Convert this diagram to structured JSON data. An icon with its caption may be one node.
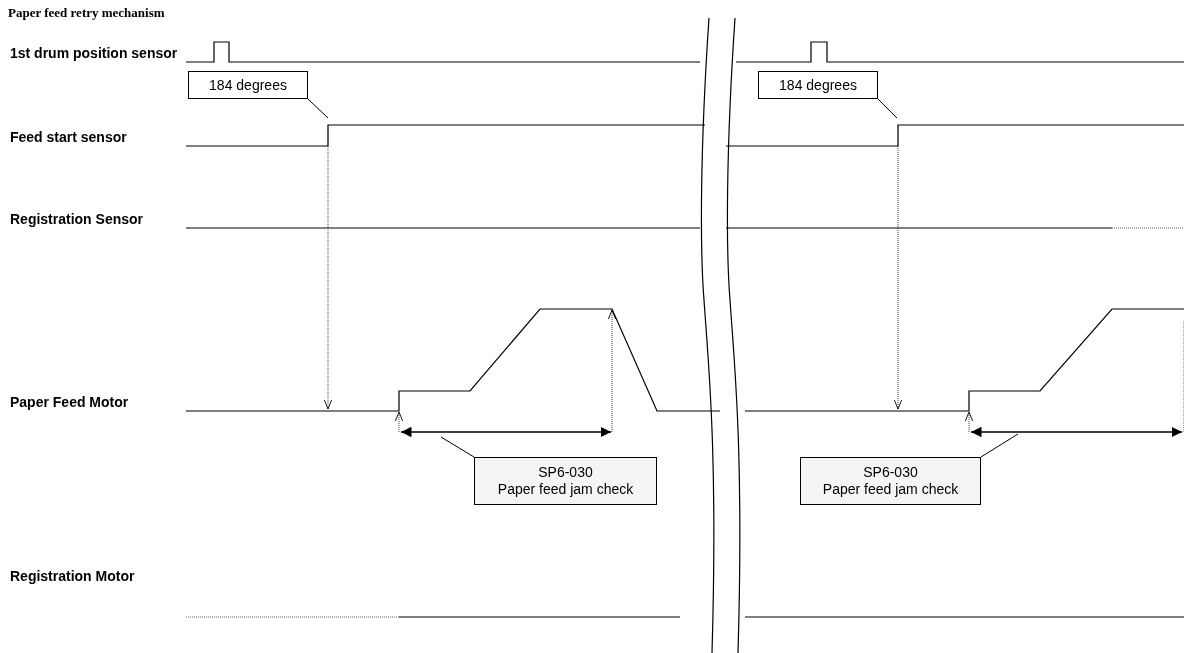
{
  "diagram": {
    "title": "Paper feed retry mechanism",
    "nodes": [
      {
        "text": [
          "184 degrees"
        ]
      },
      {
        "text": [
          "184 degrees"
        ]
      },
      {
        "text": [
          "SP6-030",
          "Paper feed jam check"
        ]
      },
      {
        "text": [
          "SP6-030",
          "Paper feed jam check"
        ]
      }
    ],
    "edges": [
      {
        "from": 0,
        "to": null,
        "arrow": "none"
      },
      {
        "from": 1,
        "to": null,
        "arrow": "none"
      },
      {
        "from": 2,
        "to": null,
        "arrow": "none"
      },
      {
        "from": 3,
        "to": null,
        "arrow": "none"
      }
    ],
    "labels": [
      "1st drum position sensor",
      "Feed start sensor",
      "Registration Sensor",
      "Paper Feed Motor",
      "Registration Motor"
    ]
  }
}
